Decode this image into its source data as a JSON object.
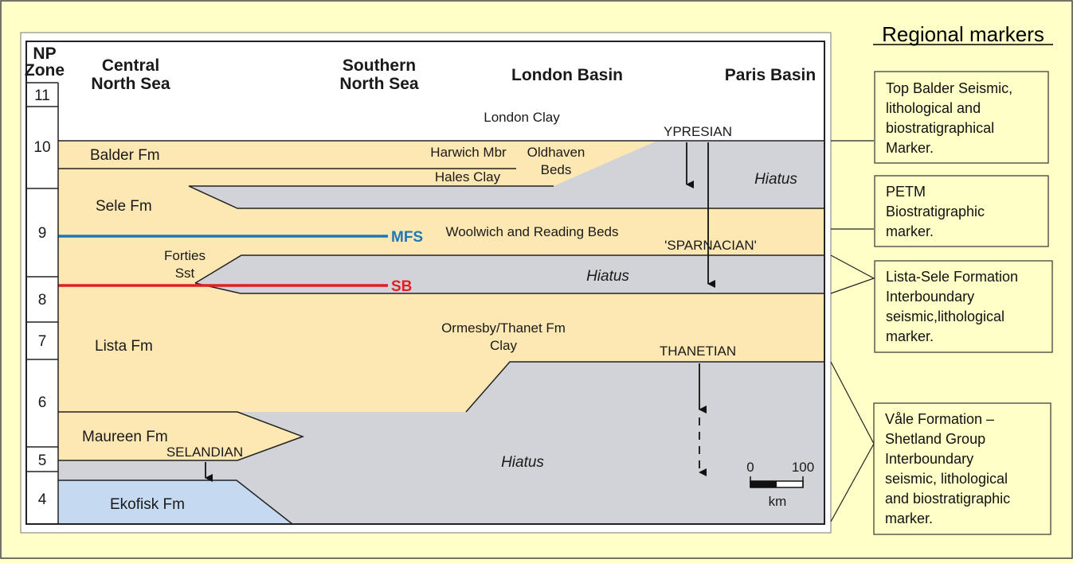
{
  "header": {
    "np_zone": [
      "NP",
      "Zone"
    ],
    "central_north_sea": [
      "Central",
      "North Sea"
    ],
    "southern_north_sea": [
      "Southern",
      "North Sea"
    ],
    "london_basin": "London Basin",
    "paris_basin": "Paris Basin"
  },
  "zones": [
    "11",
    "10",
    "9",
    "8",
    "7",
    "6",
    "5",
    "4"
  ],
  "units": {
    "london_clay": "London Clay",
    "ypresian": "YPRESIAN",
    "balder_fm": "Balder Fm",
    "harwich_mbr": "Harwich Mbr",
    "oldhaven_beds": [
      "Oldhaven",
      "Beds"
    ],
    "hales_clay": "Hales Clay",
    "hiatus": "Hiatus",
    "sele_fm": "Sele Fm",
    "mfs": "MFS",
    "woolwich_reading": "Woolwich and Reading Beds",
    "sparnacian": "'SPARNACIAN'",
    "forties_sst": [
      "Forties",
      "Sst"
    ],
    "sb": "SB",
    "ormesby_thanet": [
      "Ormesby/Thanet Fm",
      "Clay"
    ],
    "lista_fm": "Lista Fm",
    "thanetian": "THANETIAN",
    "maureen_fm": "Maureen Fm",
    "selandian": "SELANDIAN",
    "ekofisk_fm": "Ekofisk Fm"
  },
  "scale_bar": {
    "zero": "0",
    "hundred": "100",
    "unit": "km"
  },
  "regional_markers": {
    "title": "Regional markers",
    "boxes": [
      [
        "Top Balder Seismic,",
        "lithological and",
        "biostratigraphical",
        "Marker."
      ],
      [
        "PETM",
        "Biostratigraphic",
        "marker."
      ],
      [
        "Lista-Sele Formation",
        "Interboundary",
        "seismic,lithological",
        "marker."
      ],
      [
        "Våle Formation –",
        "Shetland Group",
        "Interboundary",
        "seismic, lithological",
        "and biostratigraphic",
        "marker."
      ]
    ]
  },
  "colors": {
    "background": "#ffffc8",
    "sand": "#fde7b3",
    "hiatus_grey": "#d2d3d8",
    "ekofisk_blue": "#c5d9f1",
    "mfs_blue": "#1f77b4",
    "sb_red": "#e02020"
  }
}
